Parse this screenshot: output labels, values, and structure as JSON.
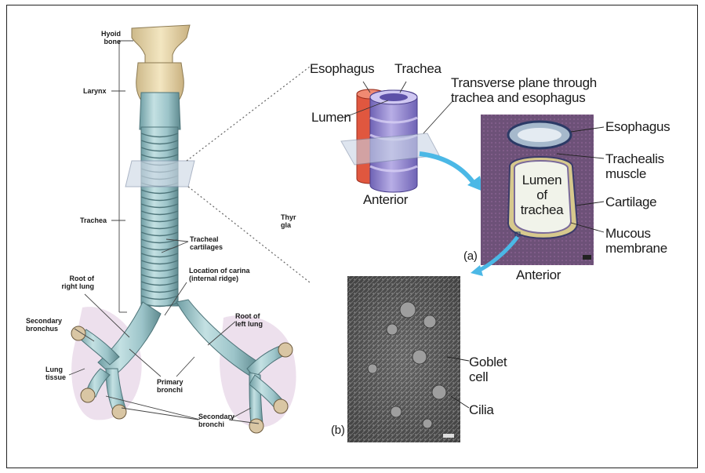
{
  "left_labels": {
    "hyoid": "Hyoid\nbone",
    "larynx": "Larynx",
    "trachea": "Trachea",
    "tracheal_cartilages": "Tracheal\ncartilages",
    "thyroid": "Thyr\ngla",
    "carina": "Location of carina\n(internal ridge)",
    "root_right": "Root of\nright lung",
    "root_left": "Root of\nleft lung",
    "secondary_bronchus": "Secondary\nbronchus",
    "lung_tissue": "Lung\ntissue",
    "primary_bronchi": "Primary\nbronchi",
    "secondary_bronchi": "Secondary\nbronchi"
  },
  "inset_a": {
    "esophagus": "Esophagus",
    "trachea": "Trachea",
    "transverse": "Transverse plane through\ntrachea and esophagus",
    "lumen": "Lumen",
    "anterior_model": "Anterior",
    "esophagus_micro": "Esophagus",
    "trachealis": "Trachealis\nmuscle",
    "lumen_of_trachea": "Lumen\nof\ntrachea",
    "cartilage": "Cartilage",
    "mucous": "Mucous\nmembrane",
    "panel": "(a)",
    "anterior_micro": "Anterior"
  },
  "inset_b": {
    "goblet": "Goblet\ncell",
    "cilia": "Cilia",
    "panel": "(b)"
  },
  "colors": {
    "cartilage_blue": "#9cc4c9",
    "hyoid_bone": "#e8d6a8",
    "esophagus_red": "#e0573f",
    "trachea_purple": "#9a8fd2",
    "lung_pink": "#eadbea",
    "arrow_blue": "#4bb8e6"
  }
}
